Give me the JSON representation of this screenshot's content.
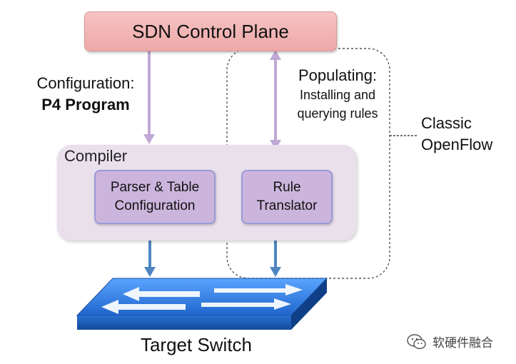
{
  "control_plane": {
    "label": "SDN Control Plane"
  },
  "configuration": {
    "line1": "Configuration:",
    "line2": "P4 Program"
  },
  "populating": {
    "title": "Populating:",
    "line1": "Installing and",
    "line2": "querying rules"
  },
  "classic": {
    "line1": "Classic",
    "line2": "OpenFlow"
  },
  "compiler": {
    "label": "Compiler",
    "parser_line1": "Parser & Table",
    "parser_line2": "Configuration",
    "rule_line1": "Rule",
    "rule_line2": "Translator"
  },
  "target": {
    "label": "Target Switch"
  },
  "watermark": {
    "text": "软硬件融合",
    "icon": "wechat-icon"
  },
  "colors": {
    "control_plane_fill": "#eea8a8",
    "compiler_fill": "#e9e0ec",
    "inner_box_fill": "#ccb5dc",
    "inner_box_border": "#9a9ad8",
    "down_arrow_purple": "#c0a8d4",
    "down_arrow_blue": "#4f86c0",
    "switch_blue": "#2a6fd0"
  }
}
